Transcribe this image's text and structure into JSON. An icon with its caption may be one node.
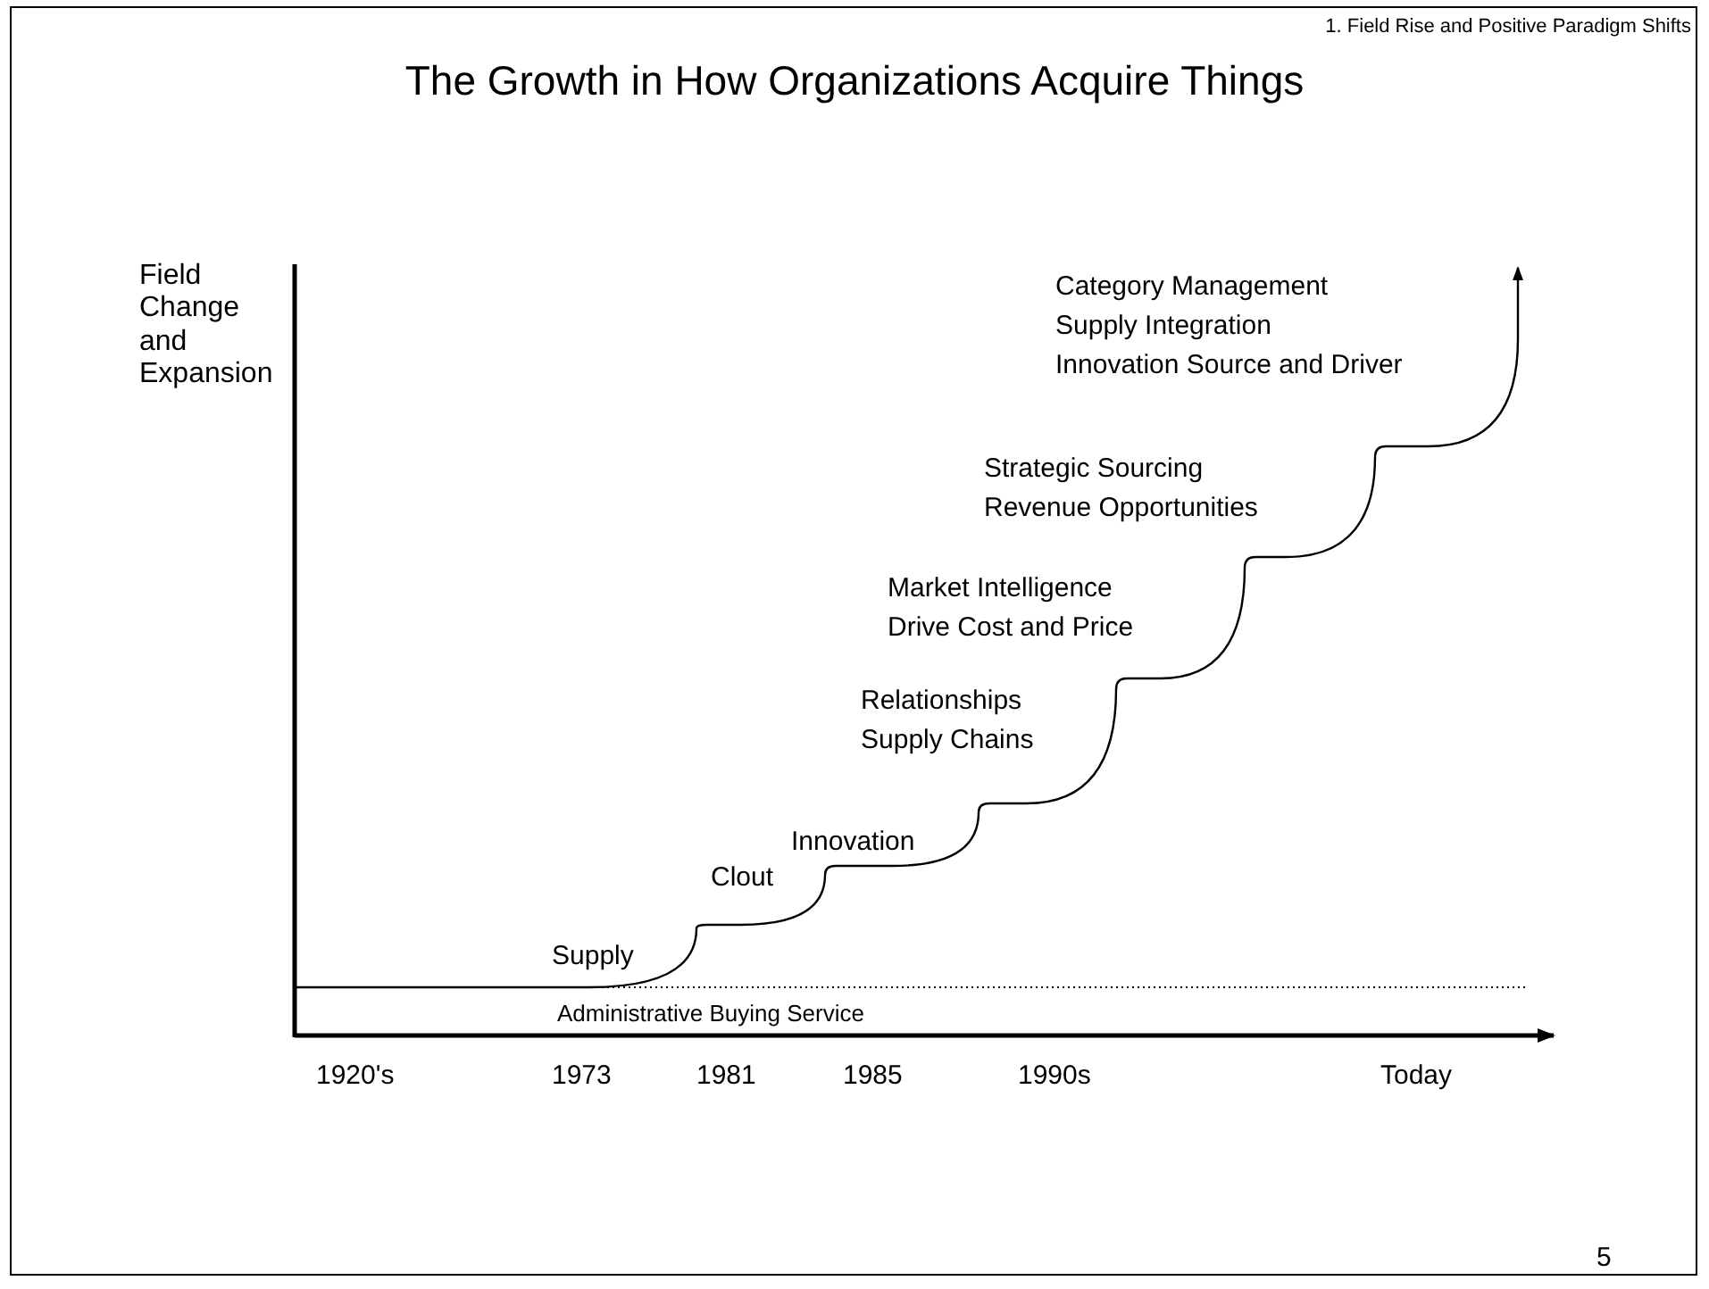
{
  "diagram": {
    "title": "The Growth in How Organizations Acquire Things",
    "labels": [
      "1. Field Rise and Positive Paradigm Shifts",
      "Field Change and Expansion",
      "Category Management",
      "Supply Integration",
      "Innovation Source and Driver",
      "Strategic Sourcing",
      "Revenue Opportunities",
      "Market Intelligence",
      "Drive Cost and Price",
      "Relationships",
      "Supply Chains",
      "Innovation",
      "Clout",
      "Supply",
      "Administrative Buying Service",
      "1920's",
      "1973",
      "1981",
      "1985",
      "1990s",
      "Today",
      "5"
    ]
  }
}
